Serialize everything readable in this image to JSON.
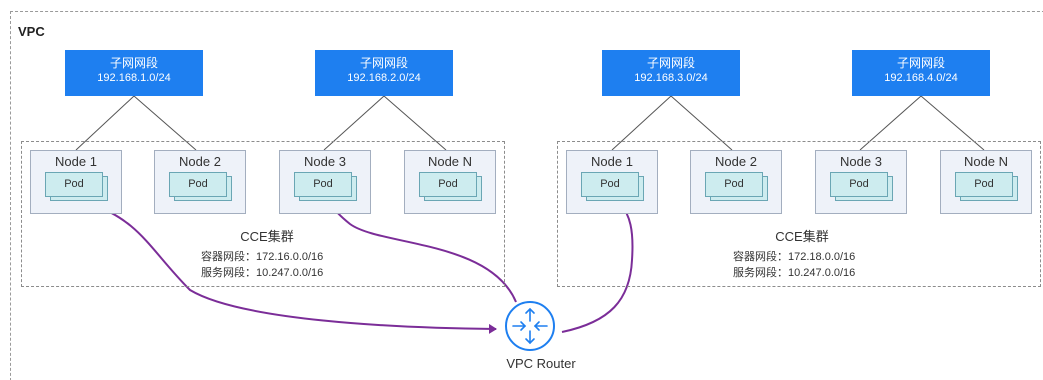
{
  "vpc": {
    "label": "VPC"
  },
  "subnet_title": "子网网段",
  "subnets": [
    "192.168.1.0/24",
    "192.168.2.0/24",
    "192.168.3.0/24",
    "192.168.4.0/24"
  ],
  "pod_label": "Pod",
  "clusters": [
    {
      "title": "CCE集群",
      "container_segment": "容器网段：172.16.0.0/16",
      "service_segment": "服务网段：10.247.0.0/16",
      "nodes": [
        "Node 1",
        "Node 2",
        "Node 3",
        "Node N"
      ]
    },
    {
      "title": "CCE集群",
      "container_segment": "容器网段：172.18.0.0/16",
      "service_segment": "服务网段：10.247.0.0/16",
      "nodes": [
        "Node 1",
        "Node 2",
        "Node 3",
        "Node N"
      ]
    }
  ],
  "router": {
    "label": "VPC Router",
    "icon": "router-icon"
  },
  "colors": {
    "subnet": "#1e7ff0",
    "route_line": "#7b2d98",
    "router_icon": "#1e7ff0"
  }
}
